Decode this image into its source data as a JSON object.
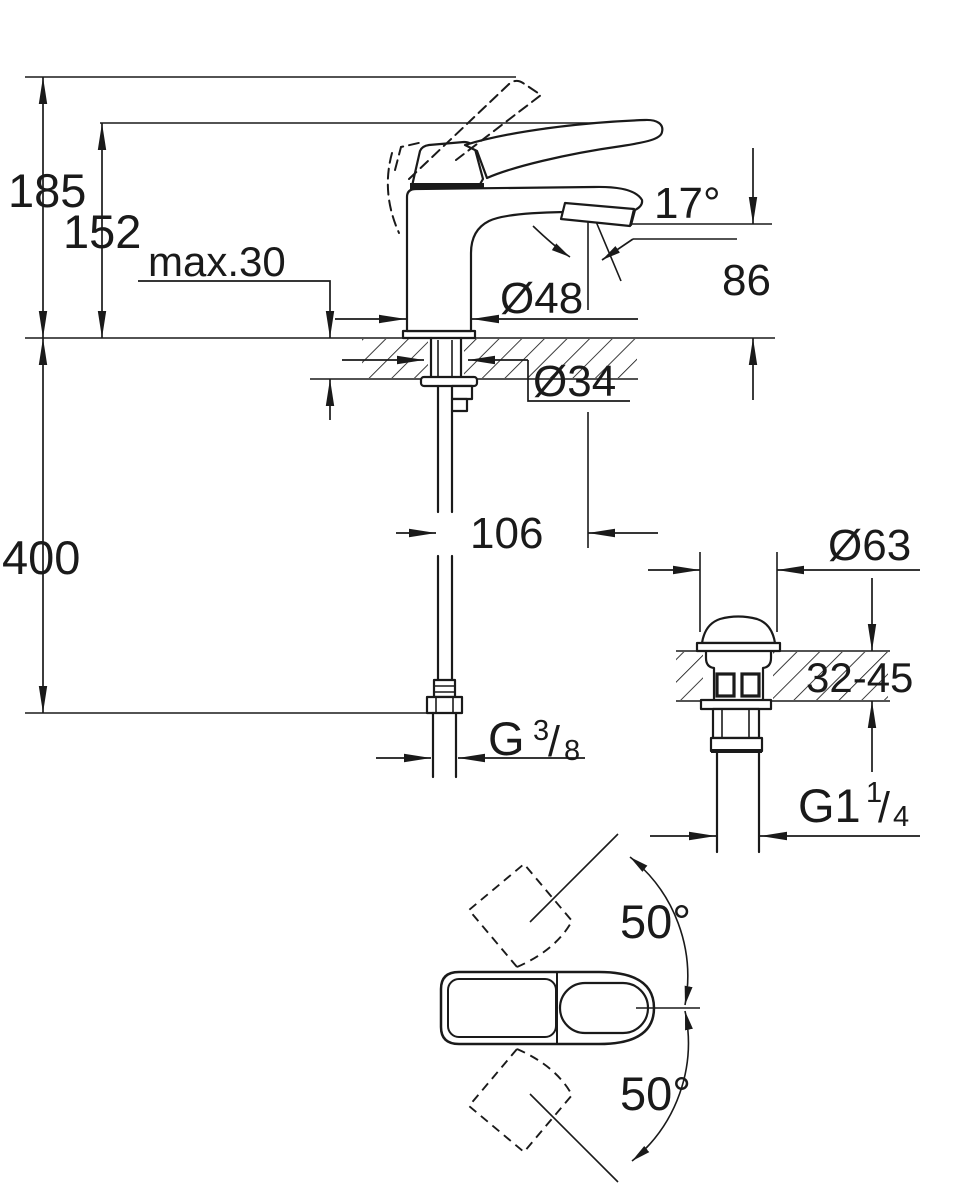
{
  "colors": {
    "ink": "#1a1a1a",
    "paper": "#ffffff"
  },
  "dims": {
    "overall_height": "185",
    "spout_tip_height": "152",
    "deck_thickness_max": "max.30",
    "base_diameter": "Ø48",
    "spout_angle": "17°",
    "outlet_height": "86",
    "shank_diameter": "Ø34",
    "hose_length": "400",
    "spout_reach": "106",
    "waste_flange_diameter": "Ø63",
    "basin_thickness_range": "32-45",
    "supply_thread": {
      "prefix": "G",
      "numerator": "3",
      "slash": "/",
      "denominator": "8"
    },
    "waste_thread": {
      "prefix": "G1",
      "numerator": "1",
      "slash": "/",
      "denominator": "4"
    },
    "handle_swing_upper": "50°",
    "handle_swing_lower": "50°"
  }
}
